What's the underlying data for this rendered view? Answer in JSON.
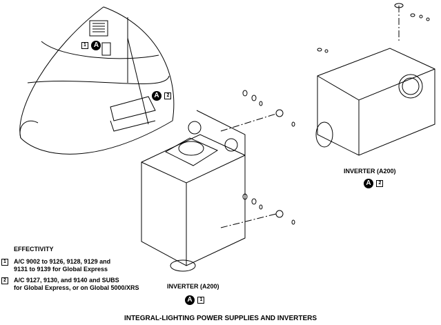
{
  "title": "INTEGRAL-LIGHTING POWER SUPPLIES AND INVERTERS",
  "effectivity": {
    "heading": "EFFECTIVITY",
    "notes": [
      {
        "marker": "1",
        "line1": "A/C 9002 to 9126, 9128, 9129 and",
        "line2": "9131 to 9139 for Global Express"
      },
      {
        "marker": "2",
        "line1": "A/C 9127, 9130, and 9140 and SUBS",
        "line2": "for Global Express, or on Global 5000/XRS"
      }
    ]
  },
  "inverter_left": {
    "label": "INVERTER (A200)",
    "callout": "A",
    "marker": "1"
  },
  "inverter_right": {
    "label": "INVERTER (A200)",
    "callout": "A",
    "marker": "2"
  },
  "aircraft_callouts": [
    {
      "callout": "A",
      "marker": "1"
    },
    {
      "callout": "A",
      "marker": "2"
    }
  ]
}
